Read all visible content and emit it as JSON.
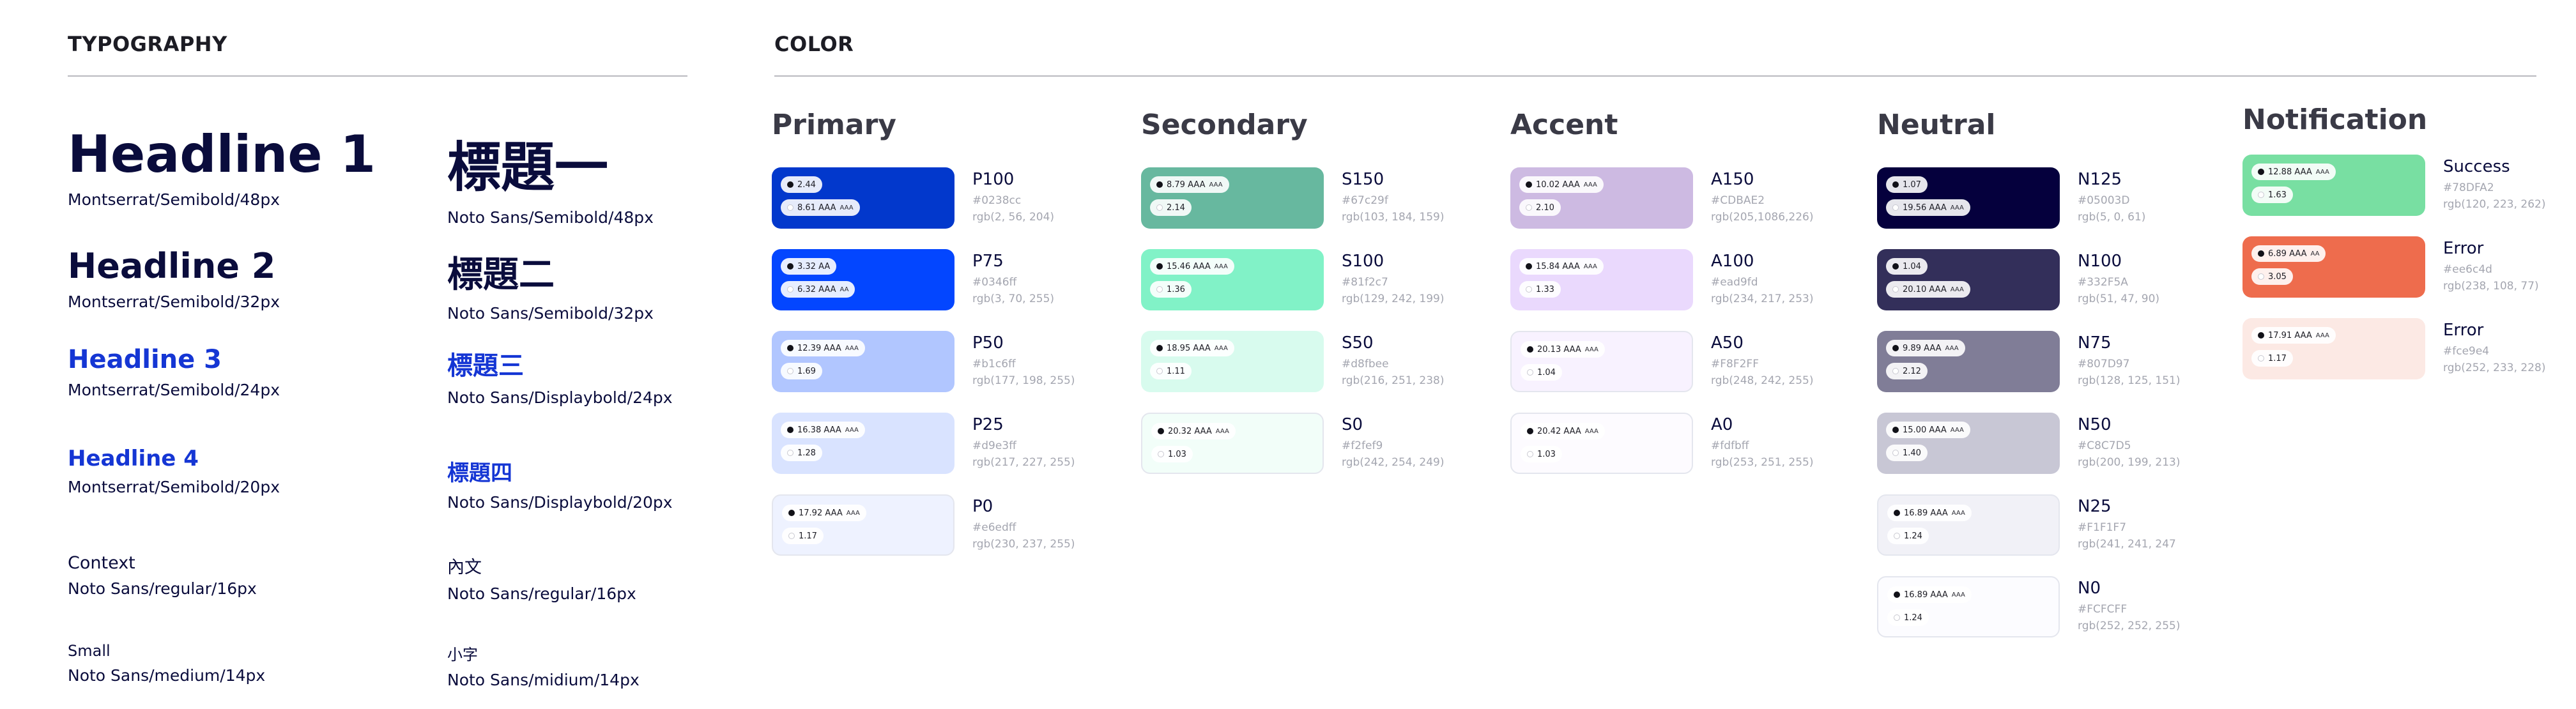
{
  "typography": {
    "title": "TYPOGRAPHY",
    "items": [
      {
        "sample": "Headline 1",
        "spec": "Montserrat/Semibold/48px",
        "size": 80,
        "blue": false
      },
      {
        "sample": "Headline 2",
        "spec": "Montserrat/Semibold/32px",
        "size": 54,
        "blue": false
      },
      {
        "sample": "Headline 3",
        "spec": "Montserrat/Semibold/24px",
        "size": 40,
        "blue": true
      },
      {
        "sample": "Headline 4",
        "spec": "Montserrat/Semibold/20px",
        "size": 34,
        "blue": true
      },
      {
        "sample": "Context",
        "spec": "Noto Sans/regular/16px",
        "size": 27,
        "blue": false,
        "normal": true
      },
      {
        "sample": "Small",
        "spec": "Noto Sans/medium/14px",
        "size": 24,
        "blue": false,
        "normal": true
      }
    ],
    "cjk_items": [
      {
        "sample": "標題一",
        "spec": "Noto Sans/Semibold/48px",
        "size": 84,
        "blue": false
      },
      {
        "sample": "標題二",
        "spec": "Noto Sans/Semibold/32px",
        "size": 56,
        "blue": false
      },
      {
        "sample": "標題三",
        "spec": "Noto Sans/Displaybold/24px",
        "size": 40,
        "blue": true
      },
      {
        "sample": "標題四",
        "spec": "Noto Sans/Displaybold/20px",
        "size": 34,
        "blue": true
      },
      {
        "sample": "內文",
        "spec": "Noto Sans/regular/16px",
        "size": 27,
        "blue": false,
        "normal": true
      },
      {
        "sample": "小字",
        "spec": "Noto Sans/midium/14px",
        "size": 24,
        "blue": false,
        "normal": true
      }
    ]
  },
  "color": {
    "title": "COLOR",
    "groups": [
      {
        "name": "Primary",
        "swatches": [
          {
            "code": "P100",
            "hex": "#0238cc",
            "rgb": "rgb(2, 56, 204)",
            "color": "#0238cc",
            "contrast1": "2.44",
            "contrast2": "8.61 AAA",
            "badge1": "",
            "badge2": "AAA",
            "dark_dot": false
          },
          {
            "code": "P75",
            "hex": "#0346ff",
            "rgb": "rgb(3, 70, 255)",
            "color": "#0346ff",
            "contrast1": "3.32 AA",
            "contrast2": "6.32 AAA",
            "badge1": "",
            "badge2": "AA",
            "dark_dot": false
          },
          {
            "code": "P50",
            "hex": "#b1c6ff",
            "rgb": "rgb(177, 198, 255)",
            "color": "#b1c6ff",
            "contrast1": "12.39 AAA",
            "contrast2": "1.69",
            "badge1": "AAA",
            "badge2": "",
            "dark_dot": true
          },
          {
            "code": "P25",
            "hex": "#d9e3ff",
            "rgb": "rgb(217, 227, 255)",
            "color": "#d9e3ff",
            "contrast1": "16.38 AAA",
            "contrast2": "1.28",
            "badge1": "AAA",
            "badge2": "",
            "dark_dot": true
          },
          {
            "code": "P0",
            "hex": "#e6edff",
            "rgb": "rgb(230, 237, 255)",
            "color": "#eef2ff",
            "contrast1": "17.92 AAA",
            "contrast2": "1.17",
            "badge1": "AAA",
            "badge2": "",
            "dark_dot": true
          }
        ]
      },
      {
        "name": "Secondary",
        "swatches": [
          {
            "code": "S150",
            "hex": "#67c29f",
            "rgb": "rgb(103, 184, 159)",
            "color": "#67b89f",
            "contrast1": "8.79 AAA",
            "contrast2": "2.14",
            "badge1": "AAA",
            "badge2": "",
            "dark_dot": true
          },
          {
            "code": "S100",
            "hex": "#81f2c7",
            "rgb": "rgb(129, 242, 199)",
            "color": "#81f2c7",
            "contrast1": "15.46 AAA",
            "contrast2": "1.36",
            "badge1": "AAA",
            "badge2": "",
            "dark_dot": true
          },
          {
            "code": "S50",
            "hex": "#d8fbee",
            "rgb": "rgb(216, 251, 238)",
            "color": "#d8fbee",
            "contrast1": "18.95 AAA",
            "contrast2": "1.11",
            "badge1": "AAA",
            "badge2": "",
            "dark_dot": true
          },
          {
            "code": "S0",
            "hex": "#f2fef9",
            "rgb": "rgb(242, 254, 249)",
            "color": "#f2fef9",
            "contrast1": "20.32 AAA",
            "contrast2": "1.03",
            "badge1": "AAA",
            "badge2": "",
            "dark_dot": true
          }
        ]
      },
      {
        "name": "Accent",
        "swatches": [
          {
            "code": "A150",
            "hex": "#CDBAE2",
            "rgb": "rgb(205,1086,226)",
            "color": "#cdbae2",
            "contrast1": "10.02 AAA",
            "contrast2": "2.10",
            "badge1": "AAA",
            "badge2": "",
            "dark_dot": true
          },
          {
            "code": "A100",
            "hex": "#ead9fd",
            "rgb": "rgb(234, 217, 253)",
            "color": "#ead9fd",
            "contrast1": "15.84 AAA",
            "contrast2": "1.33",
            "badge1": "AAA",
            "badge2": "",
            "dark_dot": true
          },
          {
            "code": "A50",
            "hex": "#F8F2FF",
            "rgb": "rgb(248, 242, 255)",
            "color": "#f8f2ff",
            "contrast1": "20.13 AAA",
            "contrast2": "1.04",
            "badge1": "AAA",
            "badge2": "",
            "dark_dot": true
          },
          {
            "code": "A0",
            "hex": "#fdfbff",
            "rgb": "rgb(253, 251, 255)",
            "color": "#fdfbff",
            "contrast1": "20.42 AAA",
            "contrast2": "1.03",
            "badge1": "AAA",
            "badge2": "",
            "dark_dot": true
          }
        ]
      },
      {
        "name": "Neutral",
        "swatches": [
          {
            "code": "N125",
            "hex": "#05003D",
            "rgb": "rgb(5, 0, 61)",
            "color": "#05003d",
            "contrast1": "1.07",
            "contrast2": "19.56 AAA",
            "badge1": "",
            "badge2": "AAA",
            "dark_dot": false
          },
          {
            "code": "N100",
            "hex": "#332F5A",
            "rgb": "rgb(51, 47, 90)",
            "color": "#332f5a",
            "contrast1": "1.04",
            "contrast2": "20.10 AAA",
            "badge1": "",
            "badge2": "AAA",
            "dark_dot": false
          },
          {
            "code": "N75",
            "hex": "#807D97",
            "rgb": "rgb(128, 125, 151)",
            "color": "#807d97",
            "contrast1": "9.89 AAA",
            "contrast2": "2.12",
            "badge1": "AAA",
            "badge2": "",
            "dark_dot": true
          },
          {
            "code": "N50",
            "hex": "#C8C7D5",
            "rgb": "rgb(200, 199, 213)",
            "color": "#c8c7d5",
            "contrast1": "15.00 AAA",
            "contrast2": "1.40",
            "badge1": "AAA",
            "badge2": "",
            "dark_dot": true
          },
          {
            "code": "N25",
            "hex": "#F1F1F7",
            "rgb": "rgb(241, 241, 247",
            "color": "#f1f1f7",
            "contrast1": "16.89 AAA",
            "contrast2": "1.24",
            "badge1": "AAA",
            "badge2": "",
            "dark_dot": true
          },
          {
            "code": "N0",
            "hex": "#FCFCFF",
            "rgb": "rgb(252, 252, 255)",
            "color": "#fcfcff",
            "contrast1": "16.89 AAA",
            "contrast2": "1.24",
            "badge1": "AAA",
            "badge2": "",
            "dark_dot": true
          }
        ]
      },
      {
        "name": "Notification",
        "swatches": [
          {
            "code": "Success",
            "hex": "#78DFA2",
            "rgb": "rgb(120, 223, 262)",
            "color": "#78dfa2",
            "contrast1": "12.88 AAA",
            "contrast2": "1.63",
            "badge1": "AAA",
            "badge2": "",
            "dark_dot": true
          },
          {
            "code": "Error",
            "hex": "#ee6c4d",
            "rgb": "rgb(238, 108, 77)",
            "color": "#ee6c4d",
            "contrast1": "6.89 AAA",
            "contrast2": "3.05",
            "badge1": "AA",
            "badge2": "",
            "dark_dot": true
          },
          {
            "code": "Error",
            "hex": "#fce9e4",
            "rgb": "rgb(252, 233, 228)",
            "color": "#fce9e4",
            "contrast1": "17.91 AAA",
            "contrast2": "1.17",
            "badge1": "AAA",
            "badge2": "",
            "dark_dot": true
          }
        ]
      }
    ]
  }
}
